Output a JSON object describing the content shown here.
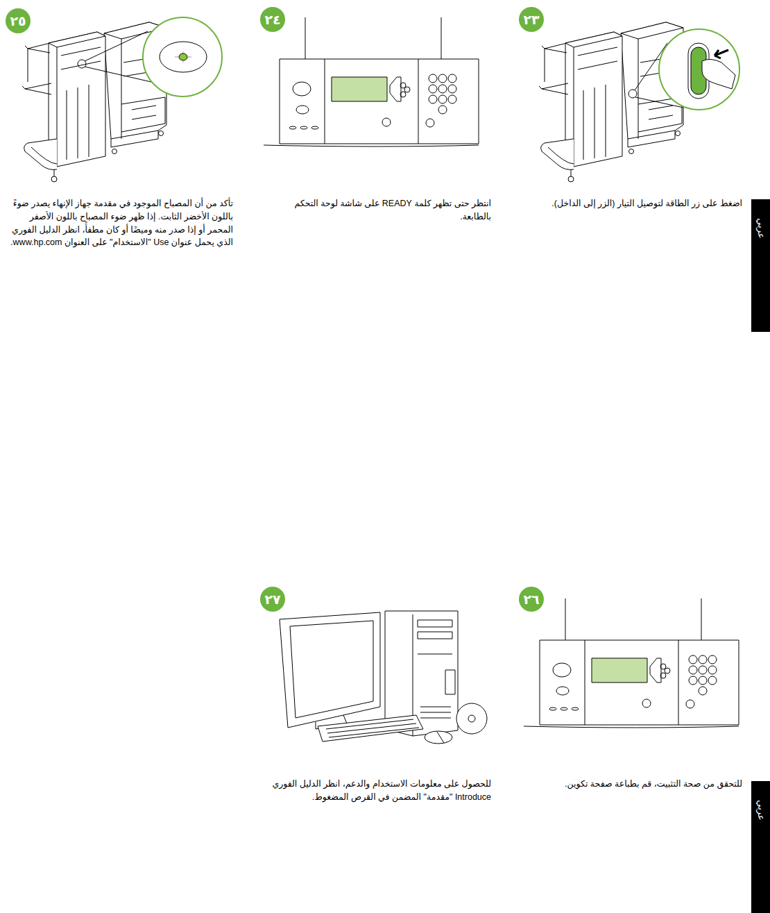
{
  "diagram": {
    "nodes": [
      {
        "text": [
          "٢٣"
        ]
      },
      {
        "text": [
          "٢٤"
        ]
      },
      {
        "text": [
          "٢٥"
        ]
      },
      {
        "text": [
          "عربي"
        ]
      },
      {
        "text": [
          "٢٦"
        ]
      },
      {
        "text": [
          "٢٧"
        ]
      },
      {
        "text": [
          "عربي"
        ]
      }
    ],
    "labels": [
      "اضغط على زر الطاقة لتوصيل التيار (الزر إلى الداخل).",
      "انتظر حتى تظهر كلمة READY على شاشة لوحة التحكم بالطابعة.",
      "تأكد من أن المصباح الموجود في مقدمة جهاز الإنهاء يصدر ضوءً باللون الأخضر الثابت. إذا ظهر ضوء المصباح باللون الأصفر المحمر أو إذا صدر منه وميضًا أو كان مطفأً، انظر الدليل الفوري الذي يحمل عنوان Use \"الاستخدام\" على العنوان www.hp.com.",
      "للتحقق من صحة التثبيت، قم بطباعة صفحة تكوين.",
      "للحصول على معلومات الاستخدام والدعم، انظر الدليل الفوري Introduce \"مقدمة\" المضمن في القرص المضغوط."
    ]
  }
}
